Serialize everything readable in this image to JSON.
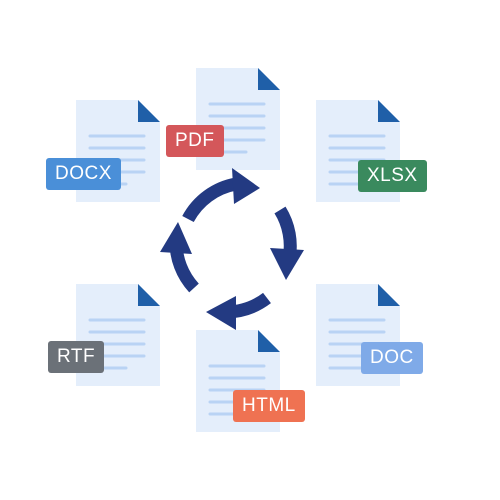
{
  "diagram": {
    "formats": [
      {
        "label": "PDF",
        "color": "#d4575a"
      },
      {
        "label": "DOCX",
        "color": "#4a8fd8"
      },
      {
        "label": "XLSX",
        "color": "#3a8a5e"
      },
      {
        "label": "RTF",
        "color": "#6b7178"
      },
      {
        "label": "HTML",
        "color": "#ef7252"
      },
      {
        "label": "DOC",
        "color": "#7faae8"
      }
    ],
    "colors": {
      "page_fill": "#e4eefb",
      "page_lines": "#b9d3f4",
      "fold": "#1f5fa8",
      "cycle_arrows": "#233a82"
    },
    "icons": [
      "document-icon",
      "cycle-arrows-icon"
    ]
  }
}
